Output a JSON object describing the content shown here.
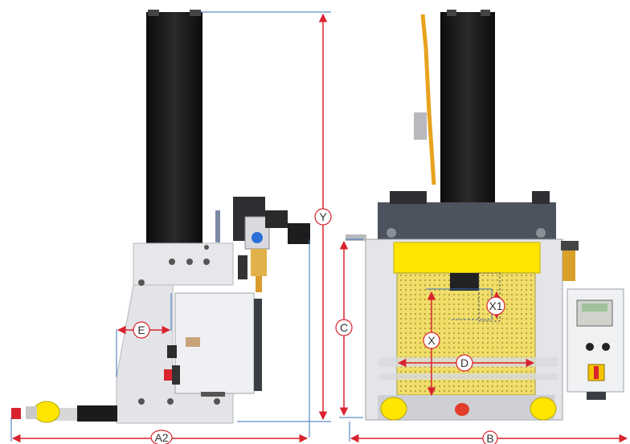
{
  "labels": {
    "y": "Y",
    "c": "C",
    "e": "E",
    "a2": "A2",
    "b": "B",
    "x": "X",
    "x1": "X1",
    "d": "D"
  },
  "colors": {
    "dimension_line": "#d9232e",
    "extension_line": "#3a6fb5",
    "machine_body": "#e8e8ea",
    "column": "#151515",
    "grid_panel": "#e6d35a",
    "yellow_cover": "#ffe500",
    "dark_base": "#4b5360"
  }
}
